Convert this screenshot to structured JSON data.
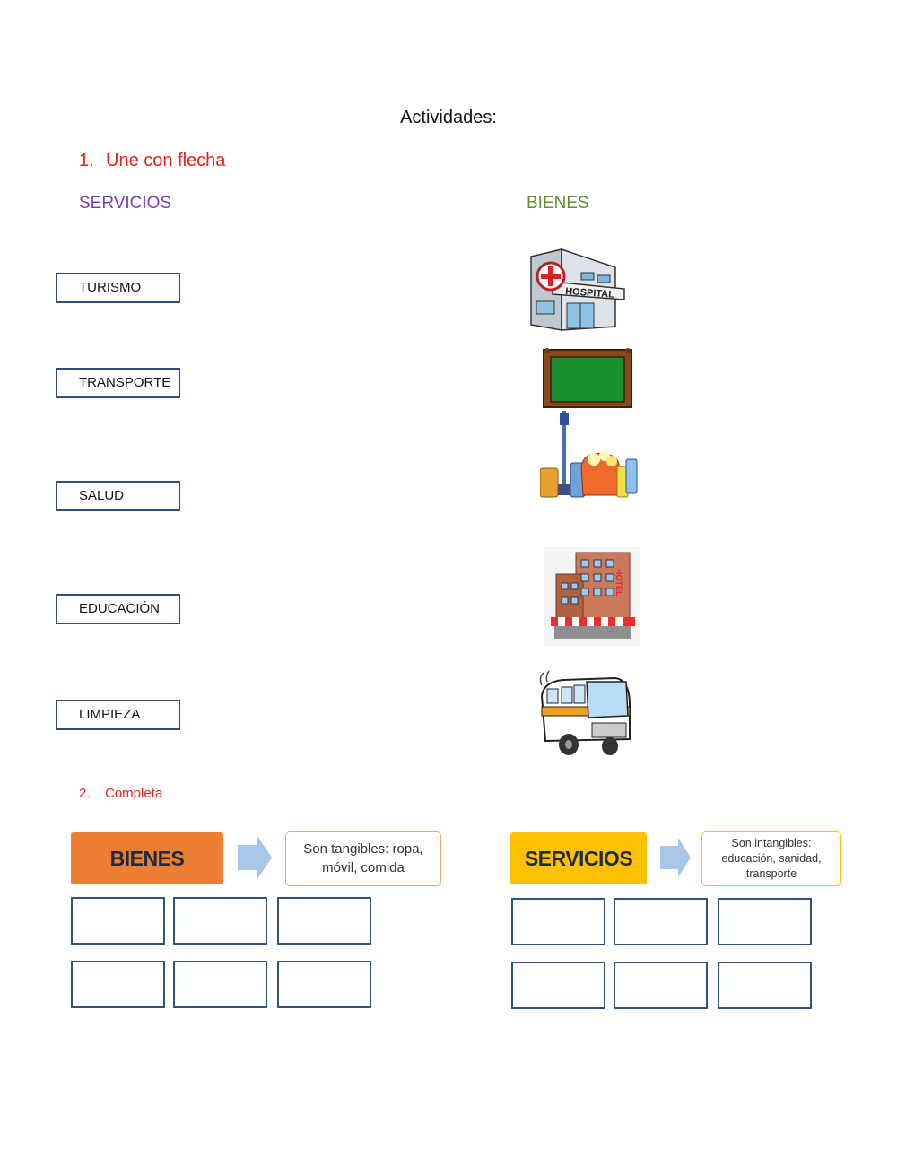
{
  "title": "Actividades:",
  "activity1": {
    "number": "1.",
    "label": "Une con flecha"
  },
  "columns": {
    "services": "SERVICIOS",
    "goods": "BIENES"
  },
  "service_boxes": [
    "TURISMO",
    "TRANSPORTE",
    "SALUD",
    "EDUCACIÓN",
    "LIMPIEZA"
  ],
  "images": [
    {
      "icon": "hospital-icon",
      "text": "HOSPITAL"
    },
    {
      "icon": "chalkboard-icon"
    },
    {
      "icon": "cleaning-supplies-icon"
    },
    {
      "icon": "hotel-icon",
      "text": "HOTEL"
    },
    {
      "icon": "bus-icon"
    }
  ],
  "activity2": {
    "number": "2.",
    "label": "Completa"
  },
  "goods_diagram": {
    "header": "BIENES",
    "description": "Son tangibles: ropa, móvil, comida",
    "color": "#ed7d31"
  },
  "services_diagram": {
    "header": "SERVICIOS",
    "description": "Son intangibles: educación, sanidad, transporte",
    "color": "#ffc000"
  }
}
